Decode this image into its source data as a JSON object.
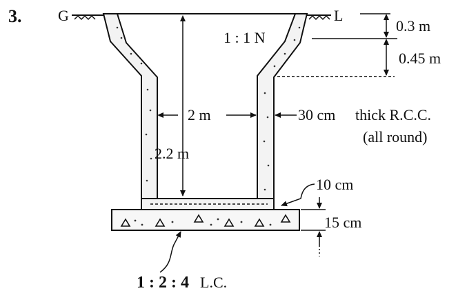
{
  "problem_number": "3.",
  "ground_left": "G",
  "ground_right": "L",
  "slope_label": "1 : 1 N",
  "dim_top_layer": "0.3 m",
  "dim_slope_depth": "0.45 m",
  "dim_inner_width": "2 m",
  "dim_wall_thickness": "30 cm",
  "wall_note_line1": "thick R.C.C.",
  "wall_note_line2": "(all round)",
  "dim_depth": "2.2 m",
  "dim_floor": "10 cm",
  "dim_base": "15 cm",
  "base_mix_ratio": "1 : 2 : 4",
  "base_mix_type": "L.C."
}
